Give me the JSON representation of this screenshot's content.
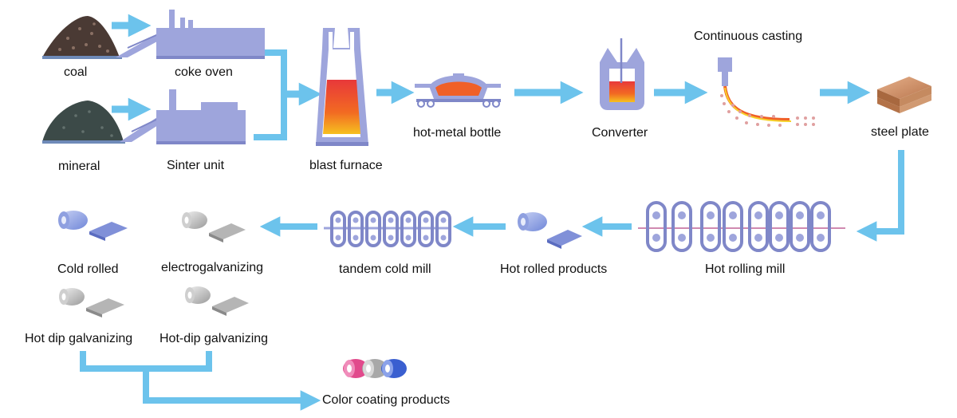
{
  "labels": {
    "coal": "coal",
    "coke_oven": "coke oven",
    "mineral": "mineral",
    "sinter_unit": "Sinter unit",
    "blast_furnace": "blast furnace",
    "hot_metal_bottle": "hot-metal bottle",
    "converter": "Converter",
    "continuous_casting": "Continuous casting",
    "steel_plate": "steel plate",
    "hot_rolling_mill": "Hot rolling mill",
    "hot_rolled_products": "Hot rolled products",
    "tandem_cold_mill": "tandem cold mill",
    "electrogalvanizing": "electrogalvanizing",
    "cold_rolled": "Cold rolled",
    "hot_dip_galvanizing": "Hot dip galvanizing",
    "hot_dip_galvanizing_2": "Hot-dip galvanizing",
    "color_coating_products": "Color coating products"
  },
  "colors": {
    "arrow": "#6cc3ec",
    "machine": "#9ea5dc",
    "machine_dark": "#7f87c8",
    "coal": "#4a3a34",
    "mineral": "#3c4a48",
    "molten": "#f06028",
    "text": "#111111"
  }
}
